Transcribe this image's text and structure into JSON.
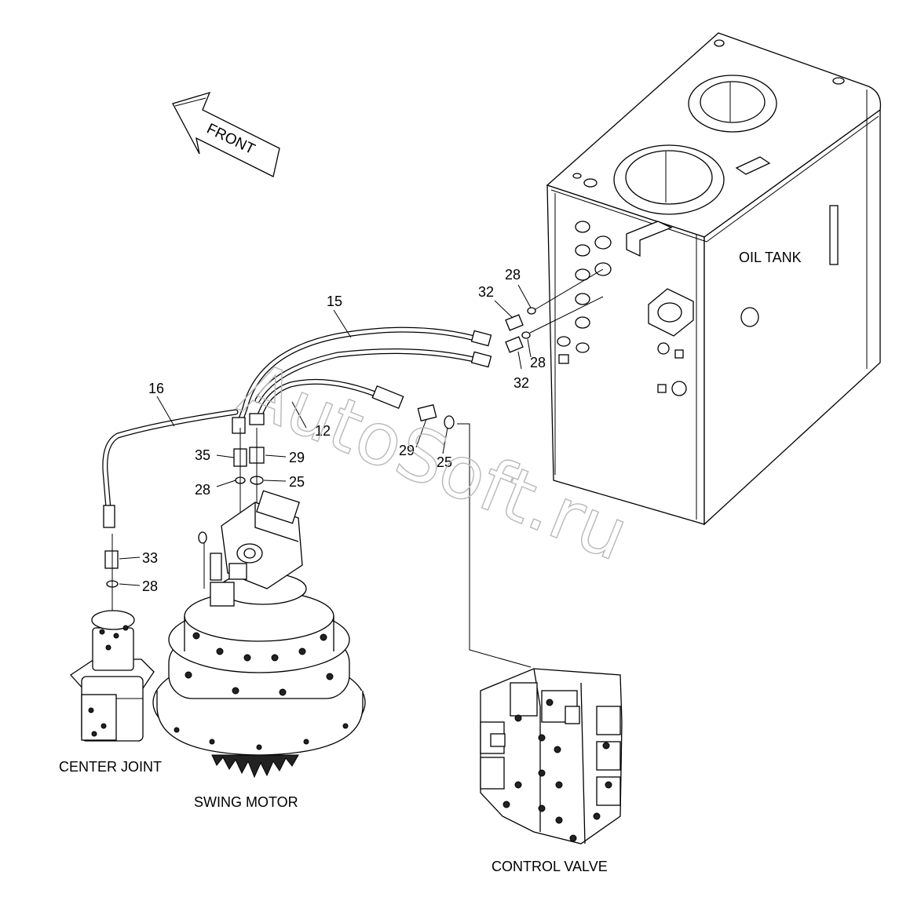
{
  "diagram": {
    "front_label": "FRONT",
    "watermark": "AutoSoft.ru",
    "components": {
      "oil_tank": "OIL TANK",
      "center_joint": "CENTER JOINT",
      "swing_motor": "SWING MOTOR",
      "control_valve": "CONTROL VALVE"
    },
    "callouts": {
      "c15": "15",
      "c16": "16",
      "c12": "12",
      "c28_tank_top": "28",
      "c32_tank_top": "32",
      "c28_tank_bottom": "28",
      "c32_tank_bottom": "32",
      "c29_right": "29",
      "c25_right": "25",
      "c35": "35",
      "c29_left": "29",
      "c28_left": "28",
      "c25_left": "25",
      "c33": "33",
      "c28_center": "28"
    }
  }
}
